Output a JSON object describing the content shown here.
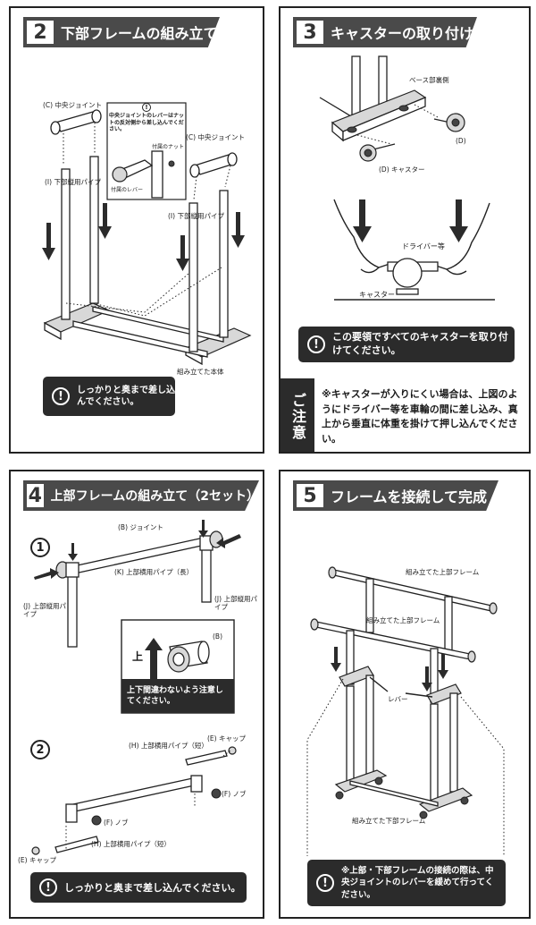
{
  "step2": {
    "num": "2",
    "title": "下部フレームの組み立て",
    "label_joint_left": "(C) 中央ジョイント",
    "label_joint_right": "(C) 中央ジョイント",
    "label_pipe_left": "(I) 下部縦用パイプ",
    "label_pipe_right": "(I) 下部縦用パイプ",
    "callout_mark": "!",
    "callout_text": "中央ジョイントのレバーはナットの反対側から差し込んでください。",
    "label_nut": "付属のナット",
    "label_lever": "付属のレバー",
    "label_assembled": "組み立てた本体",
    "note": "しっかりと奥まで差し込んでください。"
  },
  "step3": {
    "num": "3",
    "title": "キャスターの取り付け",
    "label_base_back": "ベース部裏側",
    "label_d_caster": "(D) キャスター",
    "label_d": "(D)",
    "label_driver": "ドライバー等",
    "label_caster": "キャスター",
    "note": "この要領ですべてのキャスターを取り付けてください。",
    "caution_title": "ご注意",
    "caution_text": "※キャスターが入りにくい場合は、上図のようにドライバー等を車輪の間に差し込み、真上から垂直に体重を掛けて押し込んでください。"
  },
  "step4": {
    "num": "4",
    "title": "上部フレームの組み立て（2セット）",
    "sub1": "1",
    "label_b_joint": "(B) ジョイント",
    "label_k_pipe": "(K) 上部横用パイプ（長）",
    "label_j_left": "(J) 上部縦用パイプ",
    "label_j_right": "(J) 上部縦用パイプ",
    "label_up": "上",
    "label_b": "(B)",
    "inset_note": "上下間違わないよう注意してください。",
    "sub2": "2",
    "label_h_top": "(H) 上部横用パイプ（短）",
    "label_e_top": "(E) キャップ",
    "label_f_right": "(F) ノブ",
    "label_f_left": "(F) ノブ",
    "label_h_bottom": "(H) 上部横用パイプ（短）",
    "label_e_bottom": "(E) キャップ",
    "note": "しっかりと奥まで差し込んでください。"
  },
  "step5": {
    "num": "5",
    "title": "フレームを接続して完成",
    "label_upper1": "組み立てた上部フレーム",
    "label_upper2": "組み立てた上部フレーム",
    "label_lever": "レバー",
    "label_lower": "組み立てた下部フレーム",
    "note": "※上部・下部フレームの接続の際は、中央ジョイントのレバーを緩めて行ってください。"
  }
}
